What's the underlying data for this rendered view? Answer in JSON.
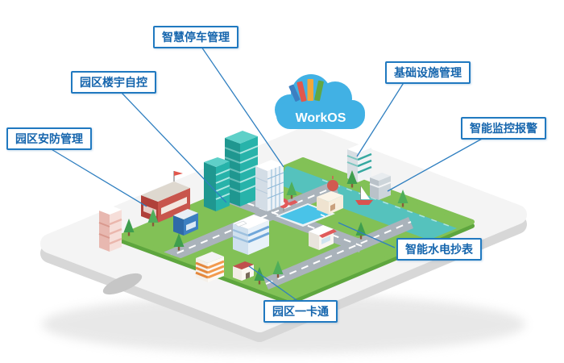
{
  "cloud": {
    "label": "WorkOS"
  },
  "callouts": [
    {
      "id": "smart-parking",
      "label": "智慧停车管理"
    },
    {
      "id": "building-automation",
      "label": "园区楼宇自控"
    },
    {
      "id": "security-management",
      "label": "园区安防管理"
    },
    {
      "id": "infrastructure-management",
      "label": "基础设施管理"
    },
    {
      "id": "monitoring-alarm",
      "label": "智能监控报警"
    },
    {
      "id": "utility-metering",
      "label": "智能水电抄表"
    },
    {
      "id": "campus-card",
      "label": "园区一卡通"
    }
  ],
  "colors": {
    "callout_text": "#1565ad",
    "callout_border": "#2079c0",
    "leader_line": "#2f7fc0",
    "cloud_blue": "#41b1e4",
    "grass_green": "#82c156",
    "river_teal": "#55c2bd",
    "road_gray": "#aab3bb",
    "device_white": "#f4f4f4"
  }
}
